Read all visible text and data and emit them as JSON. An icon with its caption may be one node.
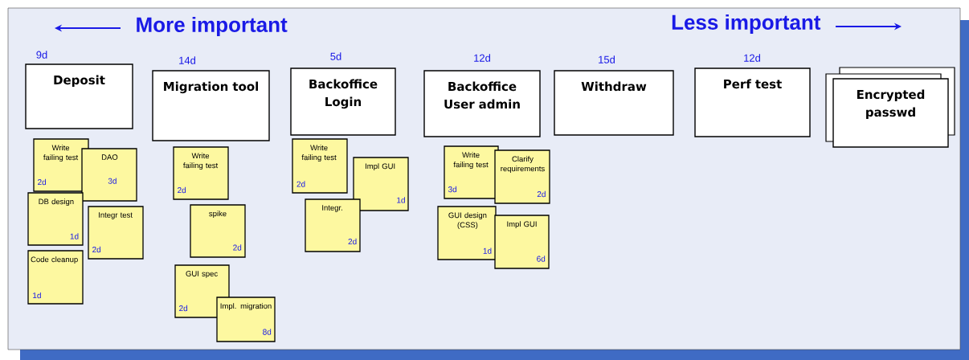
{
  "diagram": {
    "nodes": [
      {
        "text": [
          "Deposit"
        ],
        "beside": [
          "9d"
        ]
      },
      {
        "text": [
          "Migration tool"
        ],
        "beside": [
          "14d"
        ]
      },
      {
        "text": [
          "Backoffice Login"
        ],
        "beside": [
          "5d"
        ]
      },
      {
        "text": [
          "Backoffice User admin"
        ],
        "beside": [
          "12d"
        ]
      },
      {
        "text": [
          "Withdraw"
        ],
        "beside": [
          "15d"
        ]
      },
      {
        "text": [
          "Perf test"
        ],
        "beside": [
          "12d"
        ]
      },
      {
        "text": [
          "Encrypted passwd"
        ]
      },
      {
        "text": [
          "Write failing test",
          "2d"
        ]
      },
      {
        "text": [
          "DAO",
          "3d"
        ]
      },
      {
        "text": [
          "DB design",
          "1d"
        ]
      },
      {
        "text": [
          "Integr test",
          "2d"
        ]
      },
      {
        "text": [
          "Code cleanup",
          "1d"
        ]
      },
      {
        "text": [
          "Write failing test",
          "2d"
        ]
      },
      {
        "text": [
          "spike",
          "2d"
        ]
      },
      {
        "text": [
          "GUI spec",
          "2d"
        ]
      },
      {
        "text": [
          "Impl. migration",
          "8d"
        ]
      },
      {
        "text": [
          "Write failing test",
          "2d"
        ]
      },
      {
        "text": [
          "Impl GUI",
          "1d"
        ]
      },
      {
        "text": [
          "Integr.",
          "2d"
        ]
      },
      {
        "text": [
          "Write failing test",
          "3d"
        ]
      },
      {
        "text": [
          "Clarify requirements",
          "2d"
        ]
      },
      {
        "text": [
          "GUI design (CSS)",
          "1d"
        ]
      },
      {
        "text": [
          "Impl GUI",
          "6d"
        ]
      }
    ],
    "labels": [
      "More important",
      "Less important"
    ]
  }
}
